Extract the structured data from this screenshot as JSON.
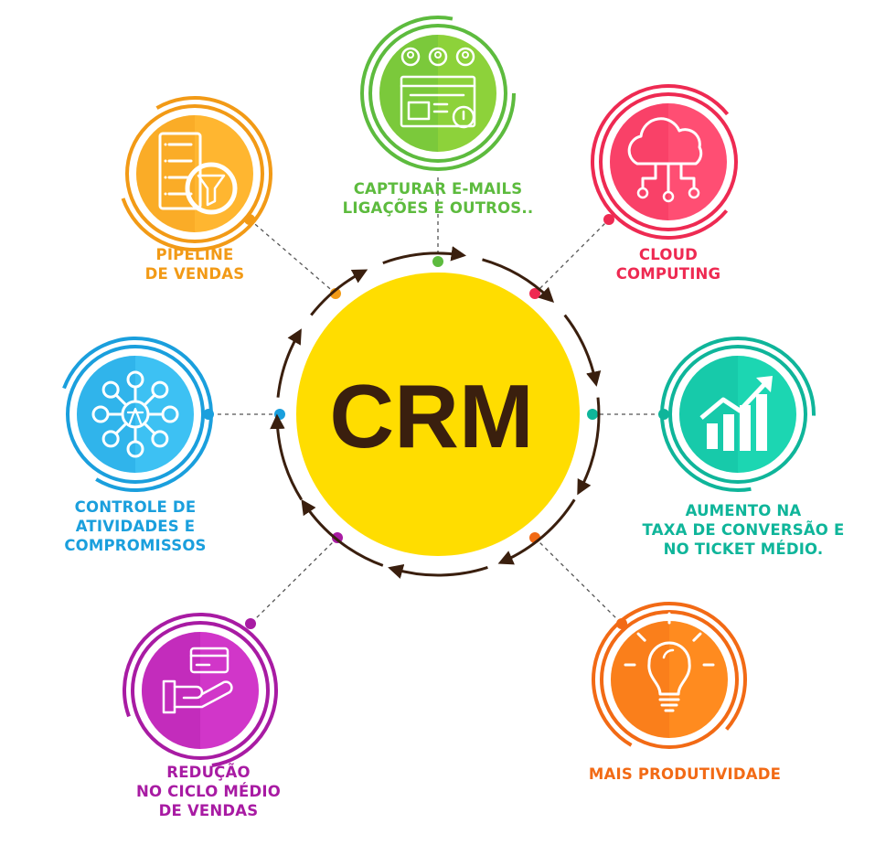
{
  "center": {
    "text": "CRM",
    "fill": "#FFDD00",
    "text_color": "#3A1F0E"
  },
  "arrow_color": "#3A1F0E",
  "nodes": [
    {
      "id": "capturar",
      "lines": [
        "CAPTURAR E-MAILS",
        "LIGAÇÕES E OUTROS.."
      ],
      "color": "#5DBB3E",
      "light": "#8DD23A",
      "icon": "lead-capture-icon"
    },
    {
      "id": "cloud",
      "lines": [
        "CLOUD",
        "COMPUTING"
      ],
      "color": "#EE2A52",
      "light": "#FF4E73",
      "icon": "cloud-computing-icon"
    },
    {
      "id": "aumento",
      "lines": [
        "AUMENTO NA",
        "TAXA DE CONVERSÃO E",
        "NO TICKET MÉDIO."
      ],
      "color": "#0FB59A",
      "light": "#1CD6B2",
      "icon": "growth-chart-icon"
    },
    {
      "id": "produtividade",
      "lines": [
        "MAIS PRODUTIVIDADE"
      ],
      "color": "#F26A15",
      "light": "#FF8B1F",
      "icon": "lightbulb-icon"
    },
    {
      "id": "reducao",
      "lines": [
        "REDUÇÃO",
        "NO CICLO MÉDIO",
        "DE VENDAS"
      ],
      "color": "#A81BA3",
      "light": "#D136C9",
      "icon": "hand-card-icon"
    },
    {
      "id": "controle",
      "lines": [
        "CONTROLE DE",
        "ATIVIDADES E",
        "COMPROMISSOS"
      ],
      "color": "#1A9FDD",
      "light": "#3DC1F3",
      "icon": "network-icon"
    },
    {
      "id": "pipeline",
      "lines": [
        "PIPELINE",
        "DE VENDAS"
      ],
      "color": "#F29A16",
      "light": "#FFB630",
      "icon": "pipeline-filter-icon"
    }
  ]
}
